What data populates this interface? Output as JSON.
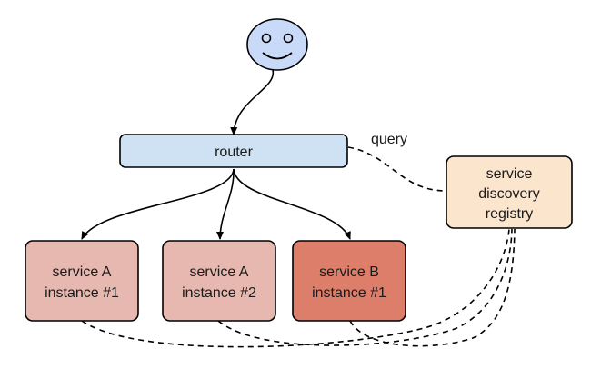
{
  "nodes": {
    "router": {
      "label": "router",
      "fill": "#cfe2f3"
    },
    "registry": {
      "line1": "service",
      "line2": "discovery",
      "line3": "registry",
      "fill": "#fce5cd"
    },
    "service_a1": {
      "line1": "service A",
      "line2": "instance #1",
      "fill": "#e6b8af"
    },
    "service_a2": {
      "line1": "service A",
      "line2": "instance #2",
      "fill": "#e6b8af"
    },
    "service_b1": {
      "line1": "service B",
      "line2": "instance #1",
      "fill": "#dd7e6b"
    },
    "user": {
      "fill": "#c9daf8"
    }
  },
  "edges": {
    "query_label": "query"
  },
  "colors": {
    "stroke": "#000000"
  }
}
